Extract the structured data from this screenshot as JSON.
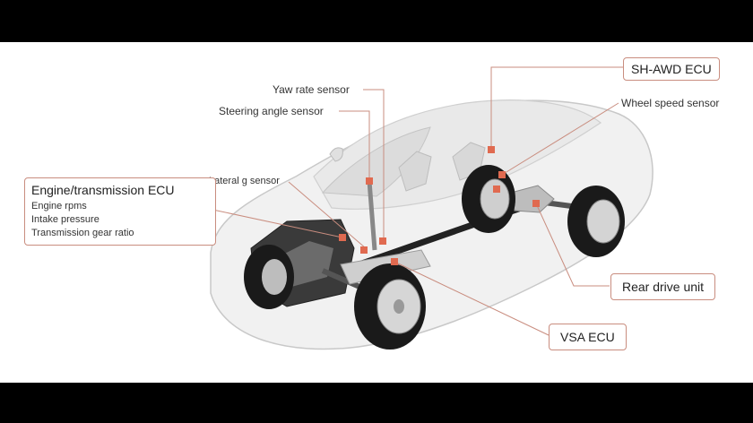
{
  "labels": {
    "yaw_rate_sensor": "Yaw rate sensor",
    "steering_angle_sensor": "Steering angle sensor",
    "lateral_g_sensor": "Lateral g sensor",
    "wheel_speed_sensor": "Wheel speed sensor"
  },
  "boxes": {
    "sh_awd_ecu": "SH-AWD ECU",
    "engine_ecu": {
      "title": "Engine/transmission ECU",
      "items": [
        "Engine rpms",
        "Intake pressure",
        "Transmission gear ratio"
      ]
    },
    "rear_drive_unit": "Rear drive unit",
    "vsa_ecu": "VSA ECU"
  },
  "colors": {
    "leader_line": "#c98d7f",
    "sensor_dot": "#e06a50",
    "letterbox": "#000000"
  }
}
